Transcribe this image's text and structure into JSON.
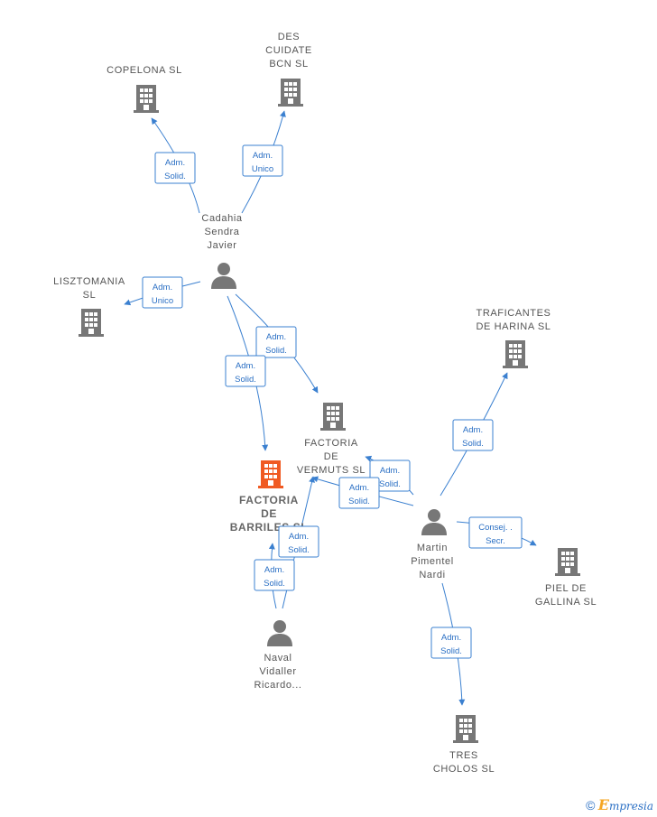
{
  "colors": {
    "edge": "#3b80d0",
    "company": "#777777",
    "company_main": "#f05a22",
    "person": "#777777"
  },
  "nodes": [
    {
      "id": "copelona",
      "type": "company",
      "lines": [
        "COPELONA  SL"
      ]
    },
    {
      "id": "descuidate",
      "type": "company",
      "lines": [
        "DES",
        "CUIDATE",
        "BCN  SL"
      ]
    },
    {
      "id": "cadahia",
      "type": "person",
      "lines": [
        "Cadahia",
        "Sendra",
        "Javier"
      ]
    },
    {
      "id": "lisztomania",
      "type": "company",
      "lines": [
        "LISZTOMANIA",
        "SL"
      ]
    },
    {
      "id": "traficantes",
      "type": "company",
      "lines": [
        "TRAFICANTES",
        "DE HARINA  SL"
      ]
    },
    {
      "id": "vermuts",
      "type": "company",
      "lines": [
        "FACTORIA",
        "DE",
        "VERMUTS  SL"
      ]
    },
    {
      "id": "barriles",
      "type": "company_main",
      "lines": [
        "FACTORIA",
        "DE",
        "BARRILES  SL"
      ]
    },
    {
      "id": "martin",
      "type": "person",
      "lines": [
        "Martin",
        "Pimentel",
        "Nardi"
      ]
    },
    {
      "id": "piel",
      "type": "company",
      "lines": [
        "PIEL DE",
        "GALLINA  SL"
      ]
    },
    {
      "id": "naval",
      "type": "person",
      "lines": [
        "Naval",
        "Vidaller",
        "Ricardo..."
      ]
    },
    {
      "id": "tres",
      "type": "company",
      "lines": [
        "TRES",
        "CHOLOS  SL"
      ]
    }
  ],
  "edges": [
    {
      "id": "cadahia-copelona",
      "lines": [
        "Adm.",
        "Solid."
      ]
    },
    {
      "id": "cadahia-descuidate",
      "lines": [
        "Adm.",
        "Unico"
      ]
    },
    {
      "id": "cadahia-lisztomania",
      "lines": [
        "Adm.",
        "Unico"
      ]
    },
    {
      "id": "cadahia-vermuts",
      "lines": [
        "Adm.",
        "Solid."
      ]
    },
    {
      "id": "cadahia-barriles",
      "lines": [
        "Adm.",
        "Solid."
      ]
    },
    {
      "id": "martin-traficantes",
      "lines": [
        "Adm.",
        "Solid."
      ]
    },
    {
      "id": "martin-vermuts-1",
      "lines": [
        "Adm.",
        "Solid."
      ]
    },
    {
      "id": "martin-vermuts-2",
      "lines": [
        "Adm.",
        "Solid."
      ]
    },
    {
      "id": "martin-piel",
      "lines": [
        "Consej. .",
        "Secr."
      ]
    },
    {
      "id": "martin-tres",
      "lines": [
        "Adm.",
        "Solid."
      ]
    },
    {
      "id": "naval-vermuts",
      "lines": [
        "Adm.",
        "Solid."
      ]
    },
    {
      "id": "naval-barriles",
      "lines": [
        "Adm.",
        "Solid."
      ]
    }
  ],
  "footer": {
    "copyright": "©",
    "brand_initial": "E",
    "brand_rest": "mpresia"
  }
}
